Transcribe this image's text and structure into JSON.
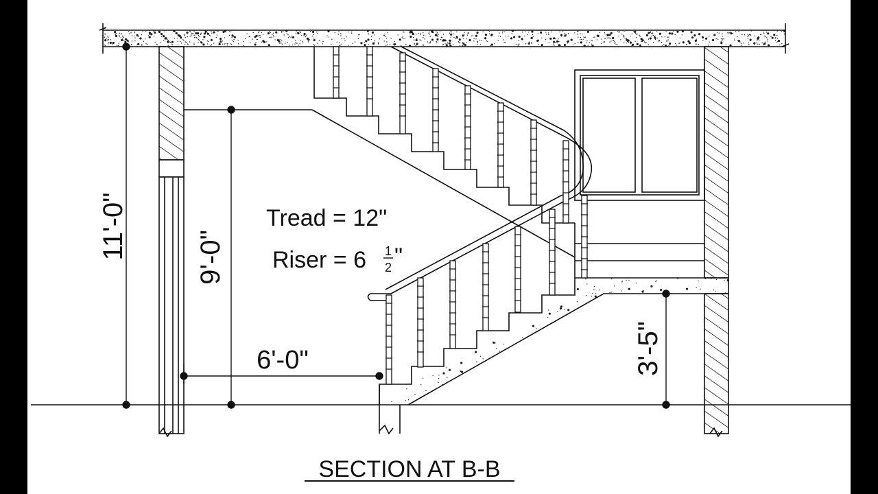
{
  "title": "SECTION AT B-B",
  "dimensions": {
    "total_height": "11'-0\"",
    "flight_height": "9'-0\"",
    "landing_width": "6'-0\"",
    "landing_level": "3'-5\""
  },
  "notes": {
    "tread": "Tread = 12\"",
    "riser_prefix": "Riser = 6",
    "riser_frac_num": "1",
    "riser_frac_den": "2",
    "riser_suffix": "\""
  }
}
